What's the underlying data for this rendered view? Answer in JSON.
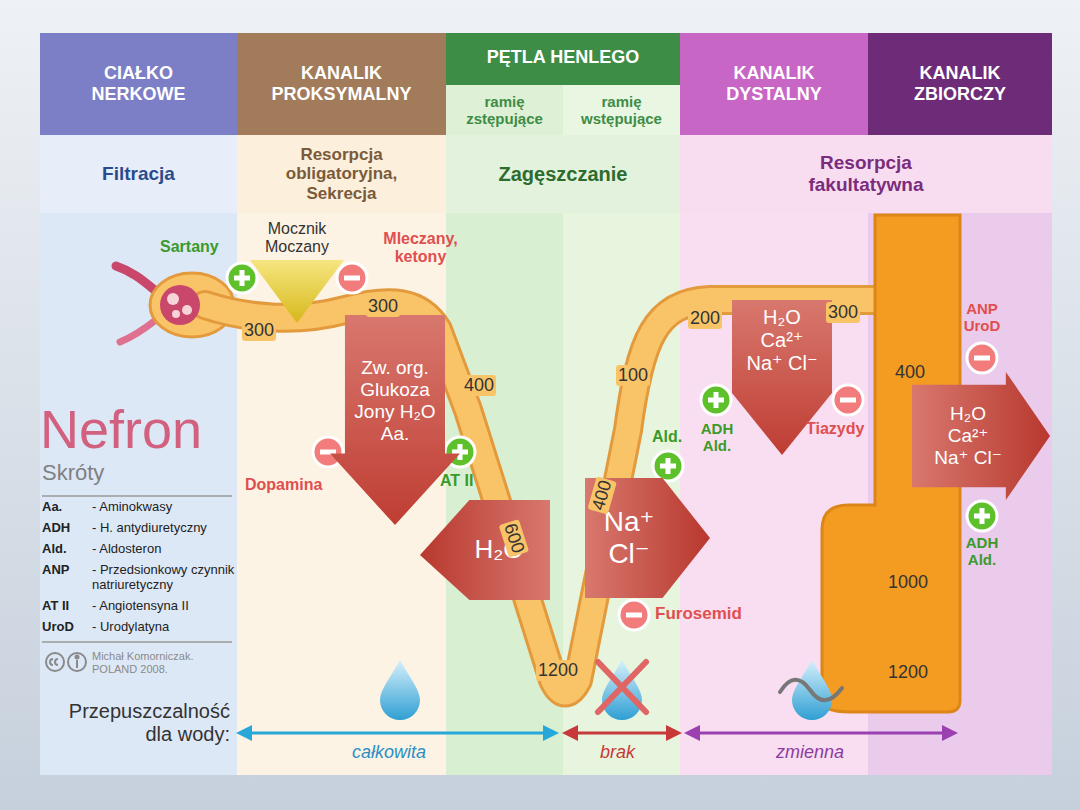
{
  "diagram": {
    "nodes": [
      {
        "text": [
          "CIAŁKO NERKOWE"
        ]
      },
      {
        "text": [
          "KANALIK PROKSYMALNY"
        ]
      },
      {
        "text": [
          "PĘTLA HENLEGO"
        ]
      },
      {
        "text": [
          "ramię zstępujące"
        ],
        "in": 2
      },
      {
        "text": [
          "ramię wstępujące"
        ],
        "in": 2
      },
      {
        "text": [
          "KANALIK DYSTALNY"
        ]
      },
      {
        "text": [
          "KANALIK ZBIORCZY"
        ]
      },
      {
        "text": [
          "Filtracja"
        ]
      },
      {
        "text": [
          "Resorpcja obligatoryjna, Sekrecja"
        ]
      },
      {
        "text": [
          "Zagęszczanie"
        ]
      },
      {
        "text": [
          "Resorpcja fakultatywna"
        ]
      },
      {
        "text": [
          "Mocznik Moczany"
        ]
      },
      {
        "text": [
          "Zw. org. Glukoza Jony H₂O Aa."
        ]
      },
      {
        "text": [
          "H₂O"
        ]
      },
      {
        "text": [
          "Na⁺ Cl⁻"
        ]
      },
      {
        "text": [
          "H₂O Ca²⁺ Na⁺ Cl⁻"
        ]
      },
      {
        "text": [
          "H₂O Ca²⁺ Na⁺ Cl⁻"
        ]
      }
    ],
    "labels": [
      "Sartany",
      "Mleczany, ketony",
      "300",
      "300",
      "400",
      "Dopamina",
      "AT II",
      "600",
      "1200",
      "400",
      "Ald.",
      "Furosemid",
      "100",
      "200",
      "300",
      "ADH Ald.",
      "Tiazydy",
      "ANP UroD",
      "400",
      "ADH Ald.",
      "1000",
      "1200",
      "Nefron",
      "Skróty",
      "Aa.",
      "- Aminokwasy",
      "ADH",
      "- H. antydiuretyczny",
      "Ald.",
      "- Aldosteron",
      "ANP",
      "- Przedsionkowy czynnik natriuretyczny",
      "AT II",
      "- Angiotensyna II",
      "UroD",
      "- Urodylatyna",
      "Michał Komorniczak. POLAND 2008.",
      "Przepuszczalność dla wody:",
      "całkowita",
      "brak",
      "zmienna"
    ]
  }
}
